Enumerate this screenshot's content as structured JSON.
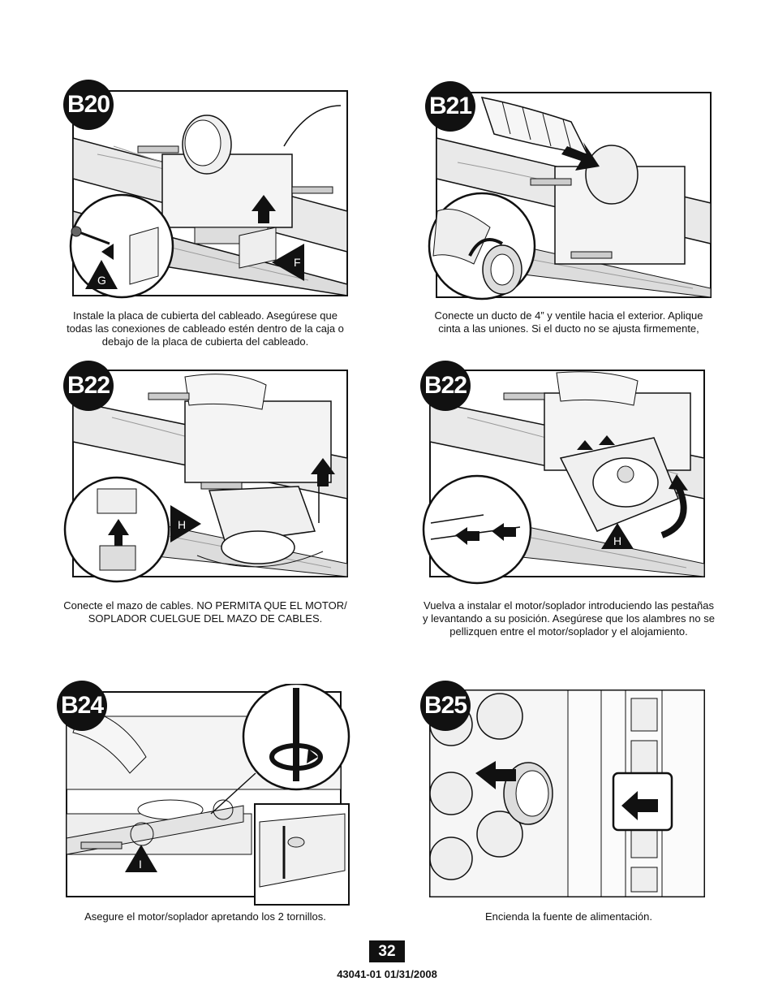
{
  "panels": [
    {
      "id": "B20",
      "callouts": [
        "G",
        "F"
      ],
      "caption_lines": [
        "Instale la placa de cubierta del cableado. Asegúrese que",
        "todas las conexiones de cableado estén dentro de la caja o",
        "debajo de la placa de cubierta del cableado."
      ]
    },
    {
      "id": "B21",
      "callouts": [],
      "caption_lines": [
        "Conecte un ducto de 4” y ventile hacia el exterior. Aplique",
        "cinta a las uniones. Si el ducto no se ajusta firmemente,"
      ]
    },
    {
      "id": "B22",
      "callouts": [
        "H"
      ],
      "caption_lines": [
        "Conecte el mazo de cables. NO PERMITA QUE EL MOTOR/",
        "SOPLADOR CUELGUE DEL MAZO DE CABLES."
      ]
    },
    {
      "id": "B22",
      "callouts": [
        "H"
      ],
      "caption_lines": [
        "Vuelva a instalar el motor/soplador introduciendo las pestañas",
        "y levantando a su posición. Asegúrese que los alambres no se",
        "pellizquen entre el motor/soplador y el alojamiento."
      ]
    },
    {
      "id": "B24",
      "callouts": [
        "I"
      ],
      "caption_lines": [
        "Asegure el motor/soplador apretando los 2 tornillos."
      ]
    },
    {
      "id": "B25",
      "callouts": [],
      "caption_lines": [
        "Encienda la fuente de alimentación."
      ]
    }
  ],
  "footer": {
    "page_number": "32",
    "doc_id": "43041-01  01/31/2008"
  }
}
